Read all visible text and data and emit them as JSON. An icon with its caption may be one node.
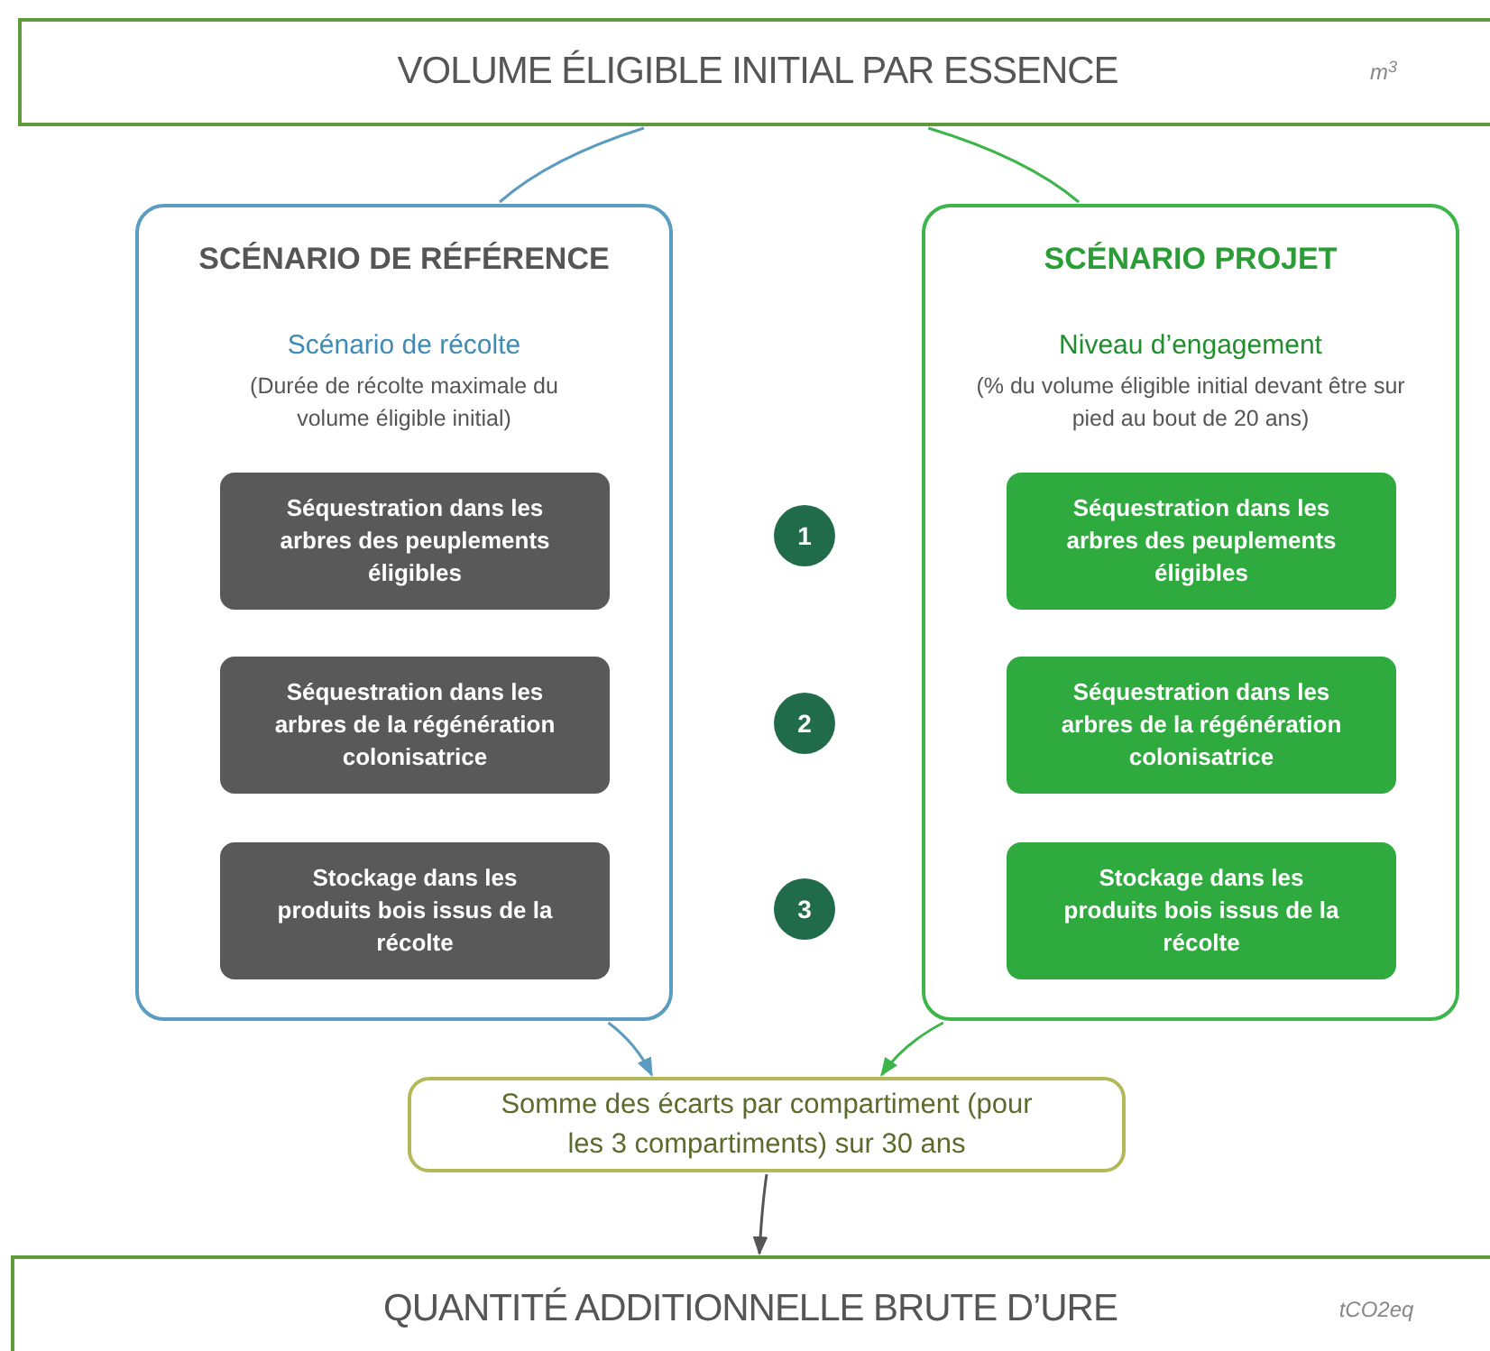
{
  "diagram": {
    "nodes": [
      {
        "text": [
          "VOLUME ÉLIGIBLE INITIAL PAR ESSENCE",
          "m$^{3}$"
        ]
      },
      {
        "text": [
          "SCÉNARIO DE RÉFÉRENCE",
          "Scénario de récolte",
          "(Durée de récolte maximale du volume éligible initial)"
        ]
      },
      {
        "text": [
          "Séquestration dans les arbres des peuplements éligibles"
        ],
        "in": 1
      },
      {
        "text": [
          "Séquestration dans les arbres de la régénération colonisatrice"
        ],
        "in": 1
      },
      {
        "text": [
          "Stockage dans les produits bois issus de la récolte"
        ],
        "in": 1
      },
      {
        "text": [
          "SCÉNARIO PROJET",
          "Niveau d’engagement",
          "(% du volume éligible initial devant être sur pied au bout de 20 ans)"
        ]
      },
      {
        "text": [
          "Séquestration dans les arbres des peuplements éligibles"
        ],
        "in": 5
      },
      {
        "text": [
          "Séquestration dans les arbres de la régénération colonisatrice"
        ],
        "in": 5
      },
      {
        "text": [
          "Stockage dans les produits bois issus de la récolte"
        ],
        "in": 5
      },
      {
        "text": [
          "1"
        ]
      },
      {
        "text": [
          "2"
        ]
      },
      {
        "text": [
          "3"
        ]
      },
      {
        "text": [
          "Somme des écarts par compartiment (pour les 3 compartiments) sur 30 ans"
        ]
      },
      {
        "text": [
          "QUANTITÉ ADDITIONNELLE BRUTE D’URE",
          "tCO2eq"
        ]
      }
    ],
    "edges": [
      {
        "from": 0,
        "to": 1,
        "arrow": "none",
        "color": "#5b9cc0"
      },
      {
        "from": 0,
        "to": 5,
        "arrow": "none",
        "color": "#3db54a"
      },
      {
        "from": 1,
        "to": 12,
        "arrow": "to",
        "color": "#5b9cc0"
      },
      {
        "from": 5,
        "to": 12,
        "arrow": "to",
        "color": "#3db54a"
      },
      {
        "from": 12,
        "to": 13,
        "arrow": "to",
        "color": "#555555"
      }
    ]
  }
}
